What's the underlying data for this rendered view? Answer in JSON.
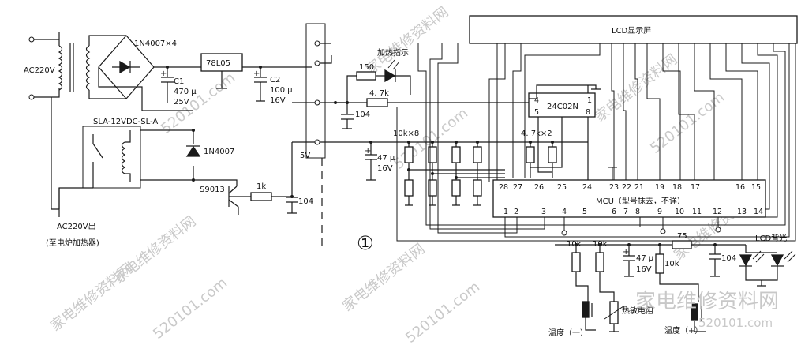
{
  "labels": {
    "ac_in": "AC220V",
    "ac_out": "AC220V出",
    "to_heater": "(至电炉加热器)",
    "bridge": "1N4007×4",
    "c1_name": "C1",
    "c1_cap": "470 μ",
    "c1_volt": "25V",
    "reg": "78L05",
    "c2_name": "C2",
    "c2_cap": "100 μ",
    "c2_volt": "16V",
    "relay": "SLA-12VDC-SL-A",
    "diode": "1N4007",
    "transistor": "S9013",
    "r_base": "1k",
    "cap_104_a": "104",
    "cap_104_b": "104",
    "cap_104_c": "104",
    "conn_5v": "5V",
    "heat_led": "加热指示",
    "r150": "150",
    "r47k": "4. 7k",
    "r_array": "10k×8",
    "r47k_x2": "4. 7k×2",
    "c47_cap": "47 μ",
    "c47_volt": "16V",
    "c47b_cap": "47 μ",
    "c47b_volt": "16V",
    "eeprom": "24C02N",
    "lcd": "LCD显示屏",
    "mcu": "MCU（型号抹去，不详）",
    "r10k_a": "10k",
    "r10k_b": "10k",
    "r10k_c": "10k",
    "r75": "75",
    "lcd_backlight": "LCD背光",
    "thermistor": "热敏电阻",
    "temp_down": "温度（一）",
    "temp_up": "温度（+）",
    "figure_no": "①"
  },
  "eeprom_pins": {
    "p4": "4",
    "p5": "5",
    "p1": "1",
    "p8": "8"
  },
  "mcu_pins_top": [
    "28",
    "27",
    "26",
    "25",
    "24",
    "23",
    "22",
    "21",
    "19",
    "18",
    "17",
    "16",
    "15"
  ],
  "mcu_pins_bottom": [
    "1",
    "2",
    "3",
    "4",
    "5",
    "6",
    "7",
    "8",
    "9",
    "10",
    "11",
    "12",
    "13",
    "14"
  ],
  "watermarks": {
    "w1": "家电维修资料网",
    "w2": "家电维修资料网",
    "w3": "家电维修资料网",
    "w4": "家电维修资料网",
    "w5": "家电维修资料网",
    "w6": "家电维修资料网",
    "s1": "520101.com",
    "s2": "520101.com",
    "s3": "520101.com",
    "s4": "520101.com",
    "s5": "520101.com",
    "logo": "家电维修资料网",
    "logo_url": "520101.com"
  },
  "colors": {
    "ink": "#1a1a1a",
    "watermark": "#c9c9c9",
    "paper": "#ffffff"
  }
}
